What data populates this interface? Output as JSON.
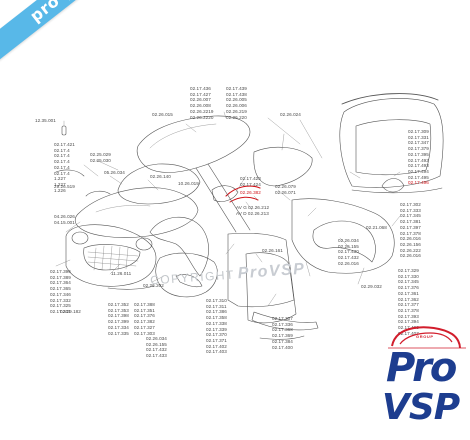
{
  "banner": {
    "text": "pro-piece-vsp.com",
    "color": "#58b8e8"
  },
  "watermark": {
    "text": "COPYRIGHT",
    "brand": "ProVSP"
  },
  "logo": {
    "group": "GROUP",
    "pro": "Pro",
    "vsp": "VSP",
    "brand_color": "#1d3d8f",
    "accent_color": "#d21d2c"
  },
  "labels": {
    "tl_single": "12.35.001",
    "tl_col": [
      "02.17.421",
      "02.17.4",
      "02.17.4",
      "02.17.4",
      "02.17.4",
      "02.17.4",
      "1.227",
      "1.227",
      "1.226"
    ],
    "rearleft": [
      "02.25.029",
      "02.25.030"
    ],
    "topleft2": "02.26.015",
    "l_05_26": "05.26.034",
    "l_02_26_140": "02.26.140",
    "l_10_26": "10.26.019",
    "l_29_26": "29.26.519",
    "front_04": [
      "04.26.026",
      "04.15.001"
    ],
    "bl_01": [
      "02.17.396",
      "02.17.389",
      "02.17.364",
      "02.17.365",
      "02.17.346",
      "02.17.332",
      "02.17.325",
      "02.17.301"
    ],
    "bl_02": "02.29.182",
    "mid_03": "11.26.011",
    "mid_04": "02.26.202",
    "cb_a": [
      "02.17.352",
      "02.17.353",
      "02.17.398",
      "02.17.399",
      "02.17.334",
      "02.17.335"
    ],
    "cb_b": [
      "02.17.388",
      "02.17.351",
      "02.17.376",
      "02.17.382",
      "02.17.327",
      "02.17.303"
    ],
    "cb_c": [
      "02.26.034",
      "02.26.155",
      "02.17.432",
      "02.17.433"
    ],
    "tc_a": [
      "02.17.436",
      "02.17.427",
      "02.26.007",
      "02.26.008",
      "02.26.2219",
      "02.26.2220"
    ],
    "tc_b": [
      "02.17.439",
      "02.17.438",
      "02.26.005",
      "02.26.006",
      "02.26.219",
      "02.26.220"
    ],
    "tc_c": "02.26.024",
    "mid_tag_top": [
      "02.17.423",
      "02.17.424"
    ],
    "mid_tag_red": "02.26.382",
    "mid_tag_bottom": [
      "AV G 02.26.212",
      "AV D 02.26.213"
    ],
    "mid_079": [
      "02.26.079",
      "02.26.071"
    ],
    "mid_161": "02.26.161",
    "mid_b1": [
      "02.17.310",
      "02.17.311",
      "02.17.386",
      "02.17.358",
      "02.17.338",
      "02.17.339",
      "02.17.370",
      "02.17.371",
      "02.17.402",
      "02.17.403"
    ],
    "mid_b2": [
      "02.17.307",
      "02.17.336",
      "02.17.368",
      "02.17.369",
      "02.17.384",
      "02.17.400"
    ],
    "r_068": "02.21.068",
    "r_034": [
      "02.26.034",
      "02.26.155",
      "02.17.430",
      "02.17.432",
      "02.26.016"
    ],
    "r_032": "02.29.032",
    "r_top": [
      "02.17.309",
      "02.17.331",
      "02.17.347",
      "02.17.379",
      "02.17.395",
      "02.17.492",
      "02.17.493",
      "02.17.494",
      "02.17.495"
    ],
    "r_top_red": "02.17.496",
    "r_mid": [
      "02.17.302",
      "02.17.333",
      "02.17.345",
      "02.17.381",
      "02.17.397",
      "02.17.378",
      "02.26.016",
      "02.26.156",
      "02.26.222",
      "02.26.016"
    ],
    "r_bot": [
      "02.17.329",
      "02.17.330",
      "02.17.345",
      "02.17.376",
      "02.17.361",
      "02.17.362",
      "02.17.377",
      "02.17.378",
      "02.17.393",
      "02.17.394",
      "02.17.403",
      "02.17.407"
    ]
  }
}
